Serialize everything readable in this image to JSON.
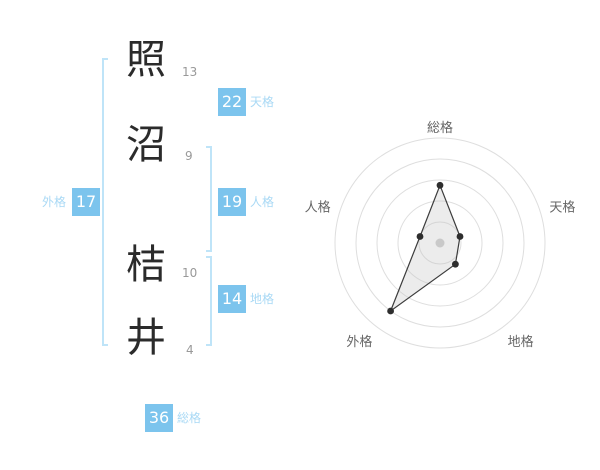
{
  "name_analysis": {
    "characters": [
      {
        "char": "照",
        "strokes": "13"
      },
      {
        "char": "沼",
        "strokes": "9"
      },
      {
        "char": "桔",
        "strokes": "10"
      },
      {
        "char": "井",
        "strokes": "4"
      }
    ],
    "kaku": {
      "tenkaku": {
        "label": "天格",
        "value": "22"
      },
      "jinkaku": {
        "label": "人格",
        "value": "19"
      },
      "chikaku": {
        "label": "地格",
        "value": "14"
      },
      "gaikaku": {
        "label": "外格",
        "value": "17"
      },
      "soukaku": {
        "label": "総格",
        "value": "36"
      }
    }
  },
  "chart_data": {
    "type": "radar",
    "axes": [
      "総格",
      "天格",
      "地格",
      "外格",
      "人格"
    ],
    "scores": [
      55,
      20,
      25,
      80,
      20
    ],
    "max": 100,
    "rings": 5,
    "legend": "none",
    "grid": "concentric-circles"
  },
  "colors": {
    "badge_blue": "#7cc4ed",
    "label_blue": "#a9d9f5",
    "bracket_blue": "#bfe4f8",
    "ring_gray": "#dedede",
    "polygon_stroke": "#3c3c3c",
    "dot": "#2e2e2e",
    "center_marker": "#cccccc"
  }
}
